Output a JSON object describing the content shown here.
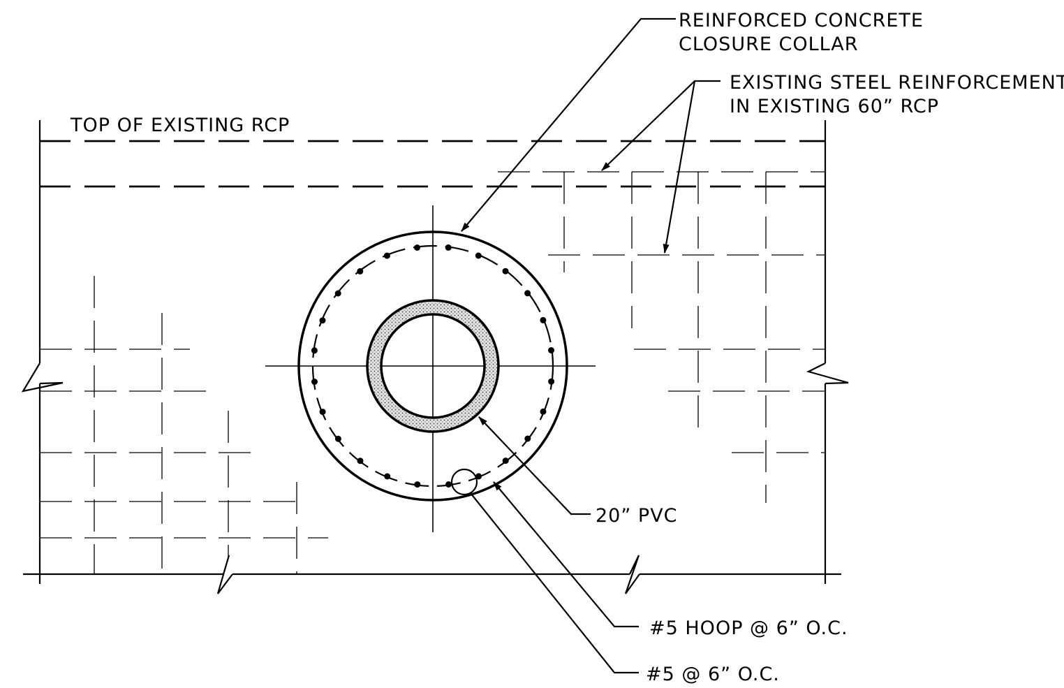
{
  "labels": {
    "top_of_rcp": "TOP OF EXISTING RCP",
    "collar_line1": "REINFORCED CONCRETE",
    "collar_line2": "CLOSURE COLLAR",
    "steel_line1": "EXISTING STEEL REINFORCEMENT",
    "steel_line2": "IN EXISTING 60” RCP",
    "pvc": "20” PVC",
    "hoop": "#5 HOOP @ 6” O.C.",
    "bar": "#5 @ 6” O.C."
  },
  "colors": {
    "line": "#000000",
    "background": "#ffffff",
    "pvc_hatch": "#9a9a9a"
  }
}
